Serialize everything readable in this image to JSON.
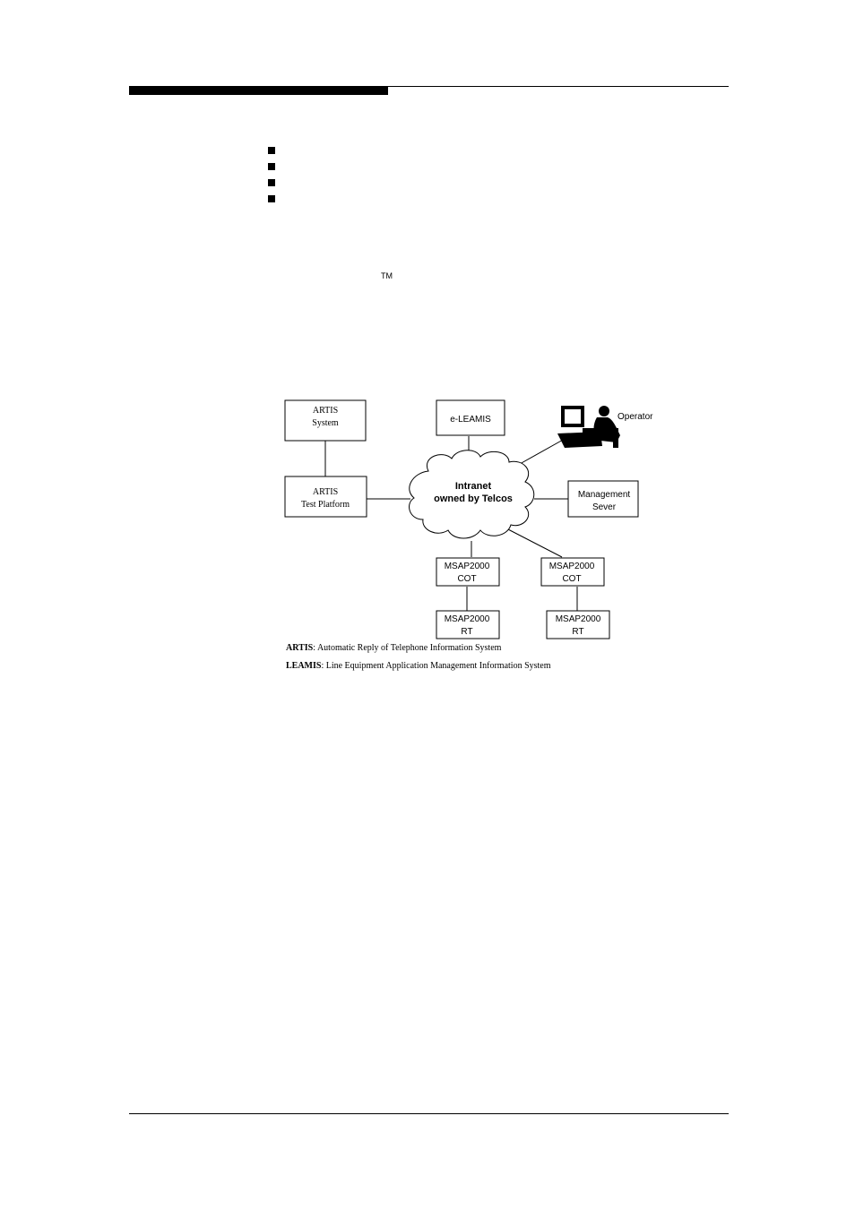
{
  "header": {
    "trademark": "TM"
  },
  "bullets": [
    "",
    "",
    "",
    ""
  ],
  "diagram": {
    "nodes": {
      "artis_system": [
        "ARTIS",
        "System"
      ],
      "artis_test_platform": [
        "ARTIS",
        "Test Platform"
      ],
      "e_leamis": "e-LEAMIS",
      "operator": "Operator",
      "management_server": [
        "Management",
        "Sever"
      ],
      "intranet": [
        "Intranet",
        "owned by Telcos"
      ],
      "msap_cot_1": [
        "MSAP2000",
        "COT"
      ],
      "msap_cot_2": [
        "MSAP2000",
        "COT"
      ],
      "msap_rt_1": [
        "MSAP2000",
        "RT"
      ],
      "msap_rt_2": [
        "MSAP2000",
        "RT"
      ]
    }
  },
  "legend": {
    "artis_term": "ARTIS",
    "artis_def": ": Automatic Reply of  Telephone Information System",
    "leamis_term": "LEAMIS",
    "leamis_def": ": Line Equipment Application Management Information System"
  }
}
